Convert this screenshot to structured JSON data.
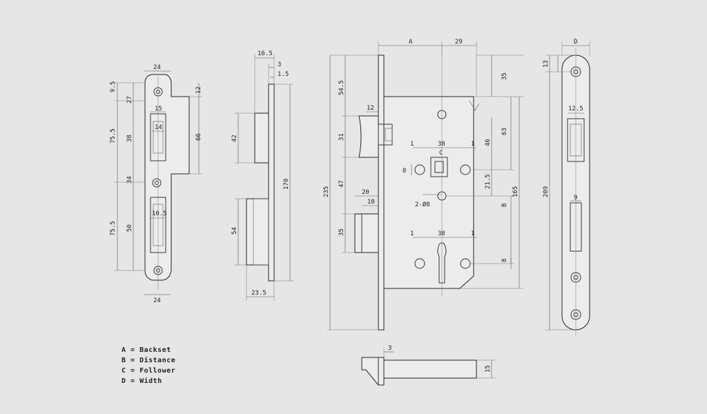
{
  "diagram": {
    "colors": {
      "background": "#e6e6e6",
      "line": "#333333",
      "text": "#222222"
    },
    "strike_plate": {
      "top_width": "24",
      "bottom_width": "24",
      "left_dims": [
        "9.5",
        "27",
        "75.5",
        "38",
        "34",
        "75.5",
        "50"
      ],
      "right_dims": [
        "12",
        "66"
      ],
      "inner_dims": [
        "15",
        "14",
        "10.5"
      ]
    },
    "side_view": {
      "top_dims": [
        "16.5",
        "3",
        "1.5"
      ],
      "left_dims": [
        "42",
        "54"
      ],
      "right_dims": [
        "170"
      ],
      "bottom_dims": [
        "23.5"
      ]
    },
    "lock_body": {
      "top_dims": [
        "A",
        "29"
      ],
      "left_dims": [
        "54.5",
        "31",
        "47",
        "35",
        "235"
      ],
      "latch_dims": [
        "12",
        "20",
        "10"
      ],
      "inner_dims": [
        "38",
        "1",
        "1",
        "C",
        "8",
        "2-Ø8",
        "38",
        "1",
        "1"
      ],
      "right_dims": [
        "35",
        "63",
        "46",
        "21.5",
        "B",
        "165",
        "8"
      ]
    },
    "faceplate": {
      "top_dims": [
        "D",
        "13"
      ],
      "dims": [
        "12.5",
        "9",
        "209"
      ]
    },
    "bottom_view": {
      "dims": [
        "3",
        "15"
      ]
    },
    "legend": [
      {
        "key": "A",
        "sep": " = ",
        "meaning": "Backset"
      },
      {
        "key": "B",
        "sep": " = ",
        "meaning": "Distance"
      },
      {
        "key": "C",
        "sep": " = ",
        "meaning": "Follower"
      },
      {
        "key": "D",
        "sep": " = ",
        "meaning": "Width"
      }
    ]
  }
}
